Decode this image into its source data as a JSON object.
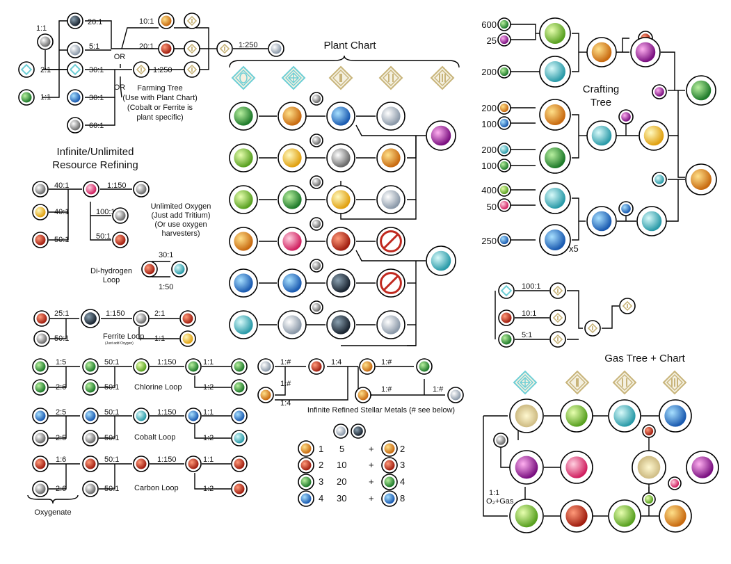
{
  "titles": {
    "farming": [
      "Farming Tree",
      "(Use with Plant Chart)",
      "(Cobalt or Ferrite is",
      "plant specific)"
    ],
    "infinite": [
      "Infinite/Unlimited",
      "Resource Refining"
    ],
    "plant_chart": "Plant Chart",
    "crafting": [
      "Crafting",
      "Tree"
    ],
    "gas": "Gas Tree + Chart",
    "oxygen": [
      "Unlimited Oxygen",
      "(Just add Tritium)",
      "(Or use oxygen",
      "harvesters)"
    ],
    "dihydrogen": [
      "Di-hydrogen",
      "Loop"
    ],
    "ferrite": "Ferrite Loop",
    "ferrite_note": "(Just add Oxygen)",
    "chlorine": "Chlorine Loop",
    "cobalt": "Cobalt Loop",
    "carbon": "Carbon Loop",
    "oxygenate": "Oxygenate",
    "stellar": "Infinite Refined Stellar Metals (# see below)",
    "or": "OR",
    "gas_note": [
      "1:1",
      "O₂+Gas"
    ],
    "x5": "x5"
  },
  "ratios": {
    "farm": [
      "1:1",
      "20:1",
      "5:1",
      "2:1",
      "30:1",
      "30:1",
      "1:1",
      "60:1",
      "10:1",
      "20:1",
      "1:250",
      "1:250"
    ],
    "oxy": [
      "40:1",
      "40:1",
      "50:1",
      "1:150",
      "100:1",
      "50:1"
    ],
    "dihydro": [
      "30:1",
      "1:50"
    ],
    "ferrite": [
      "25:1",
      "50:1",
      "1:150",
      "2:1",
      "1:1"
    ],
    "chlorine": [
      "1:5",
      "2:6",
      "50:1",
      "50:1",
      "1:150",
      "1:1",
      "1:2"
    ],
    "cobalt": [
      "2:5",
      "2:5",
      "50:1",
      "50:1",
      "1:150",
      "1:1",
      "1:2"
    ],
    "carbon": [
      "1:6",
      "2:6",
      "50:1",
      "50:1",
      "1:150",
      "1:1",
      "1:2"
    ],
    "stellar": [
      "1:#",
      "1:#",
      "1:4",
      "1:4",
      "1:#",
      "1:#",
      "1:#"
    ],
    "gastree": [
      "100:1",
      "10:1",
      "5:1"
    ]
  },
  "stellar_table": [
    {
      "a": "1",
      "b": "5",
      "c": "2"
    },
    {
      "a": "2",
      "b": "10",
      "c": "3"
    },
    {
      "a": "3",
      "b": "20",
      "c": "4"
    },
    {
      "a": "4",
      "b": "30",
      "c": "8"
    }
  ],
  "crafting_amounts": [
    "600",
    "25",
    "200",
    "200",
    "100",
    "200",
    "100",
    "400",
    "50",
    "250"
  ],
  "colors": {
    "line": "#000000",
    "gold": "#c8b47a",
    "teal": "#6ecfd6",
    "orange": "#e08a2a",
    "red": "#c0281e",
    "green": "#2a9a3a",
    "blue": "#2a86d0",
    "purple": "#b02fa8",
    "gray": "#9a9a9a"
  }
}
